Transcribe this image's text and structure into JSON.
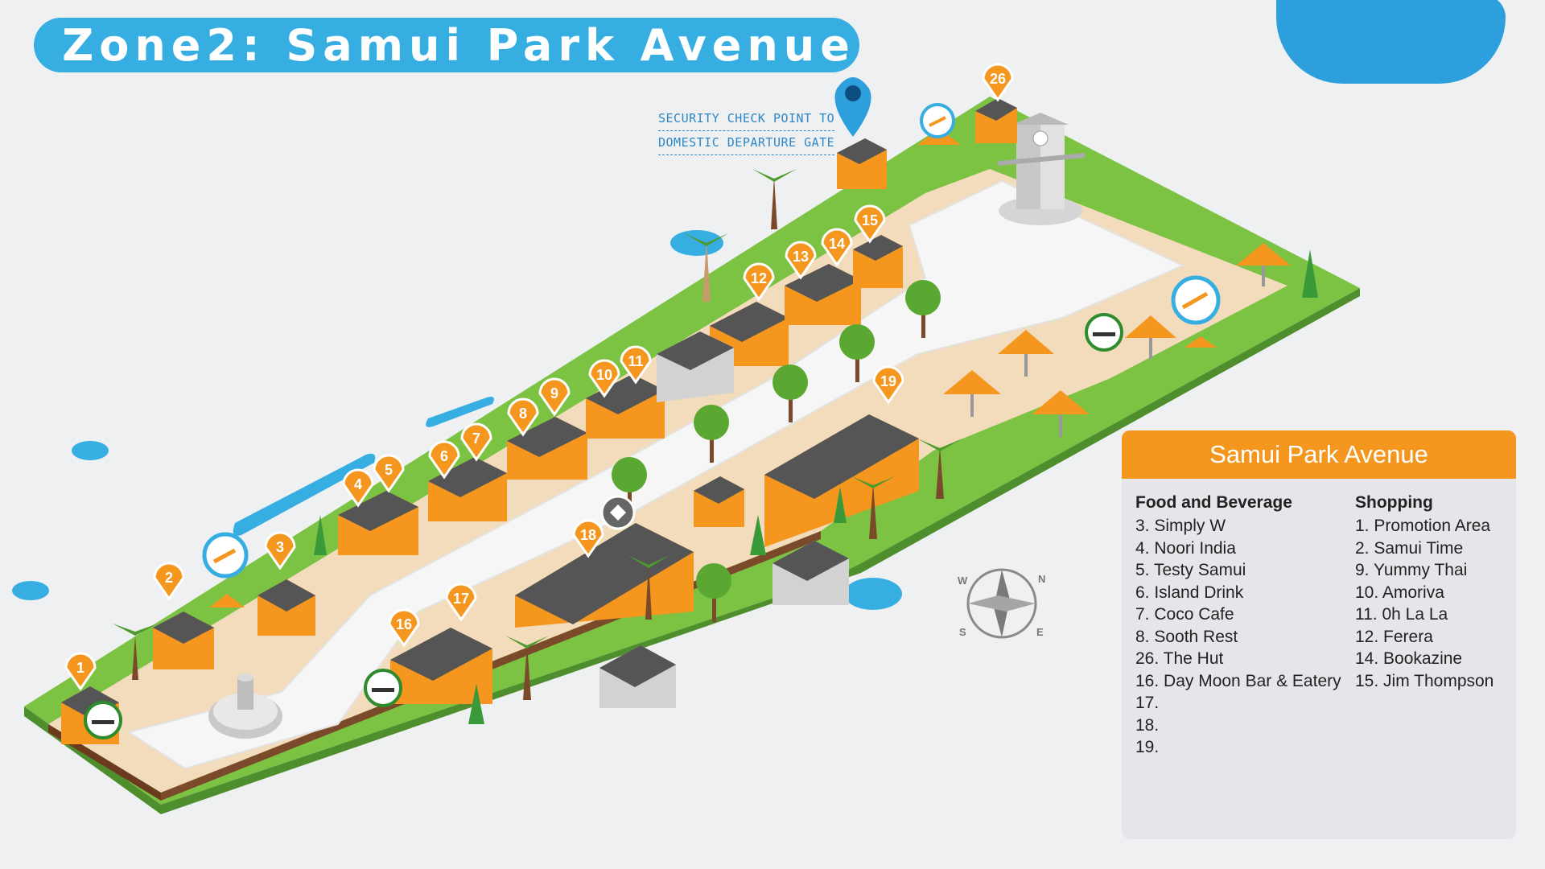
{
  "title": "Zone2: Samui Park Avenue",
  "security_label": {
    "line1": "SECURITY CHECK POINT TO",
    "line2": "DOMESTIC DEPARTURE GATE"
  },
  "compass_letters": [
    "N",
    "E",
    "S",
    "W"
  ],
  "markers": [
    "1",
    "2",
    "3",
    "4",
    "5",
    "6",
    "7",
    "8",
    "9",
    "10",
    "11",
    "12",
    "13",
    "14",
    "15",
    "16",
    "17",
    "18",
    "19",
    "26"
  ],
  "legend": {
    "title": "Samui Park Avenue",
    "food": {
      "heading": "Food and Beverage",
      "items": [
        "3.  Simply W",
        "4.  Noori India",
        "5.  Testy Samui",
        "6.  Island Drink",
        "7.  Coco Cafe",
        "8.  Sooth Rest",
        "26. The Hut",
        "16. Day Moon Bar & Eatery",
        "17.",
        "18.",
        "19."
      ]
    },
    "shopping": {
      "heading": "Shopping",
      "items": [
        "1.   Promotion Area",
        "2.   Samui Time",
        "9.   Yummy Thai",
        "10.  Amoriva",
        "11.  0h La La",
        "12.  Ferera",
        "14.  Bookazine",
        "15.  Jim Thompson"
      ]
    }
  },
  "colors": {
    "banner": "#36aee2",
    "marker": "#f5961e",
    "grass": "#7cc243",
    "walkway": "#f3dcbc",
    "plaza": "#f4f4f4",
    "legend_header": "#f5961e"
  },
  "icons": [
    "location-pin-icon",
    "smoking-area-icon",
    "restroom-icon",
    "sun-lounger-icon",
    "compass-icon",
    "palm-tree-icon",
    "tree-icon",
    "clock-tower-icon",
    "umbrella-icon"
  ]
}
